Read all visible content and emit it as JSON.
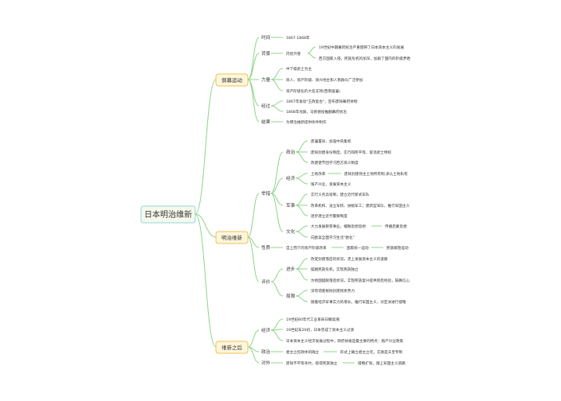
{
  "colors": {
    "branch": "#8fd48a",
    "root_fill": "#f7f9ec",
    "root_stroke": "#8fd6e0",
    "section_fill": "#fff6dc",
    "section_stroke": "#f0c055"
  },
  "mindmap": {
    "root": "日本明治维新",
    "sections": [
      {
        "label": "倒幕运动",
        "children": [
          {
            "label": "时间",
            "children": [
              {
                "label": "1867-1868年"
              }
            ]
          },
          {
            "label": "背景",
            "children": [
              {
                "label": "内忧外患",
                "children": [
                  {
                    "label": "19世纪中期幕府统治严重阻碍了日本资本主义的发展"
                  },
                  {
                    "label": "西方国家入侵，民族危机的加深，加剧了国内的阶级矛盾"
                  }
                ]
              }
            ]
          },
          {
            "label": "力量",
            "children": [
              {
                "label": "中下级武士为主"
              },
              {
                "label": "商人、资产阶级、资兴地主和人民群众广泛参加"
              },
              {
                "label": "资产阶级化的大名支持(西南强藩)"
              }
            ]
          },
          {
            "label": "经过",
            "children": [
              {
                "label": "1867年发动\"王政复古\"，宣布废除幕府体制"
              },
              {
                "label": "1868年戊辰，马到德役推翻幕府统治"
              }
            ]
          },
          {
            "label": "结果",
            "children": [
              {
                "label": "为明治维新提供条件制作"
              }
            ]
          }
        ]
      },
      {
        "label": "明治维新",
        "children": [
          {
            "label": "举措",
            "children": [
              {
                "label": "政治",
                "children": [
                  {
                    "label": "废藩置县、加强中央集权"
                  },
                  {
                    "label": "废除封建身份制度，实行四民平等，取消武士特权"
                  },
                  {
                    "label": "改建使节团学习西方资义制度"
                  }
                ]
              },
              {
                "label": "经济",
                "children": [
                  {
                    "label": "土地改革",
                    "children": [
                      {
                        "label": "废除封建领主土地所有制,承认土地私有"
                      }
                    ]
                  },
                  {
                    "label": "殖产兴业，发展资本主义"
                  }
                ]
              },
              {
                "label": "军事",
                "children": [
                  {
                    "label": "实行义务兵役制，建立近代新式军队"
                  },
                  {
                    "label": "改革机构、设立军校、扶植军工；建新型军队，推行军国主义"
                  },
                  {
                    "label": "逐步建立近代警察制度"
                  }
                ]
              },
              {
                "label": "文化",
                "children": [
                  {
                    "label": "大力发展教育事业，播散思想思想",
                    "children": [
                      {
                        "label": "传播启蒙思想"
                      }
                    ]
                  },
                  {
                    "label": "向欧美全面学习生活\"欧化\""
                  }
                ]
              }
            ]
          },
          {
            "label": "性质",
            "children": [
              {
                "label": "自上而下的资产阶级改革",
                "children": [
                  {
                    "label": "国家统一运动",
                    "children": [
                      {
                        "label": "民族解放运动"
                      }
                    ]
                  }
                ]
              }
            ]
          },
          {
            "label": "评价",
            "children": [
              {
                "label": "进步",
                "children": [
                  {
                    "label": "改变封建落后的状况，走上发展资本主义的道路"
                  },
                  {
                    "label": "摆脱民族危机，实现民族独立"
                  },
                  {
                    "label": "为他国摆脱落后状况，实现民族复兴提供新后经验，鼓舞信心"
                  }
                ]
              },
              {
                "label": "局限",
                "children": [
                  {
                    "label": "没有彻底根除封建残余势力"
                  },
                  {
                    "label": "随着经济军事实力的增长，推行军国主义，对亚洲进行侵略"
                  }
                ]
              }
            ]
          }
        ]
      },
      {
        "label": "维新之后",
        "children": [
          {
            "label": "经济",
            "children": [
              {
                "label": "19世纪80年代工业革命日臻高潮"
              },
              {
                "label": "19世纪末20初，日本完成了资本主义过渡"
              },
              {
                "label": "日本资本主义经济发展过程中，政府扶植是最主要的特点：殖产兴业政策"
              }
            ]
          },
          {
            "label": "政治",
            "children": [
              {
                "label": "君主立宪政体的确立",
                "children": [
                  {
                    "label": "形式上确立君主立宪，实质是天皇专制"
                  }
                ]
              }
            ]
          },
          {
            "label": "对外",
            "children": [
              {
                "label": "废除不平等条约，取得民族独立",
                "children": [
                  {
                    "label": "侵略扩张，踏上军国主义道路"
                  }
                ]
              }
            ]
          }
        ]
      }
    ]
  }
}
